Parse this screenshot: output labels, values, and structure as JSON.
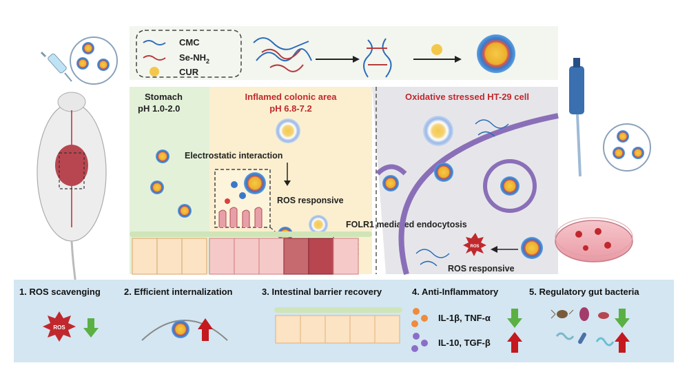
{
  "legend": {
    "cmc": "CMC",
    "se_nh2": "Se-NH",
    "se_nh2_sub": "2",
    "cur": "CUR"
  },
  "stomach": {
    "title": "Stomach",
    "ph": "pH 1.0-2.0"
  },
  "colon": {
    "title": "Inflamed colonic area",
    "ph": "pH 6.8-7.2"
  },
  "cell": {
    "title": "Oxidative stressed HT-29 cell"
  },
  "labels": {
    "electrostatic": "Electrostatic interaction",
    "ros_responsive_1": "ROS responsive",
    "folr1": "FOLR1 mediated endocytosis",
    "ros_responsive_2": "ROS responsive",
    "ros_badge": "ROS"
  },
  "effects": {
    "e1": "1. ROS scavenging",
    "e2": "2.  Efficient internalization",
    "e3": "3. Intestinal barrier recovery",
    "e4": "4. Anti-Inflammatory",
    "e5": "5. Regulatory gut bacteria",
    "cytokines_down": "IL-1β,  TNF-α",
    "cytokines_up": "IL-10,  TGF-β"
  },
  "colors": {
    "stomach_bg": "#e3f1d9",
    "colon_bg": "#fbefcf",
    "cell_bg": "#e6e6ea",
    "top_panel": "#f3f5ef",
    "bottom_panel": "#d3e6f2",
    "red_text": "#c0282d",
    "down_arrow": "#5bb043",
    "up_arrow": "#c3191f"
  }
}
